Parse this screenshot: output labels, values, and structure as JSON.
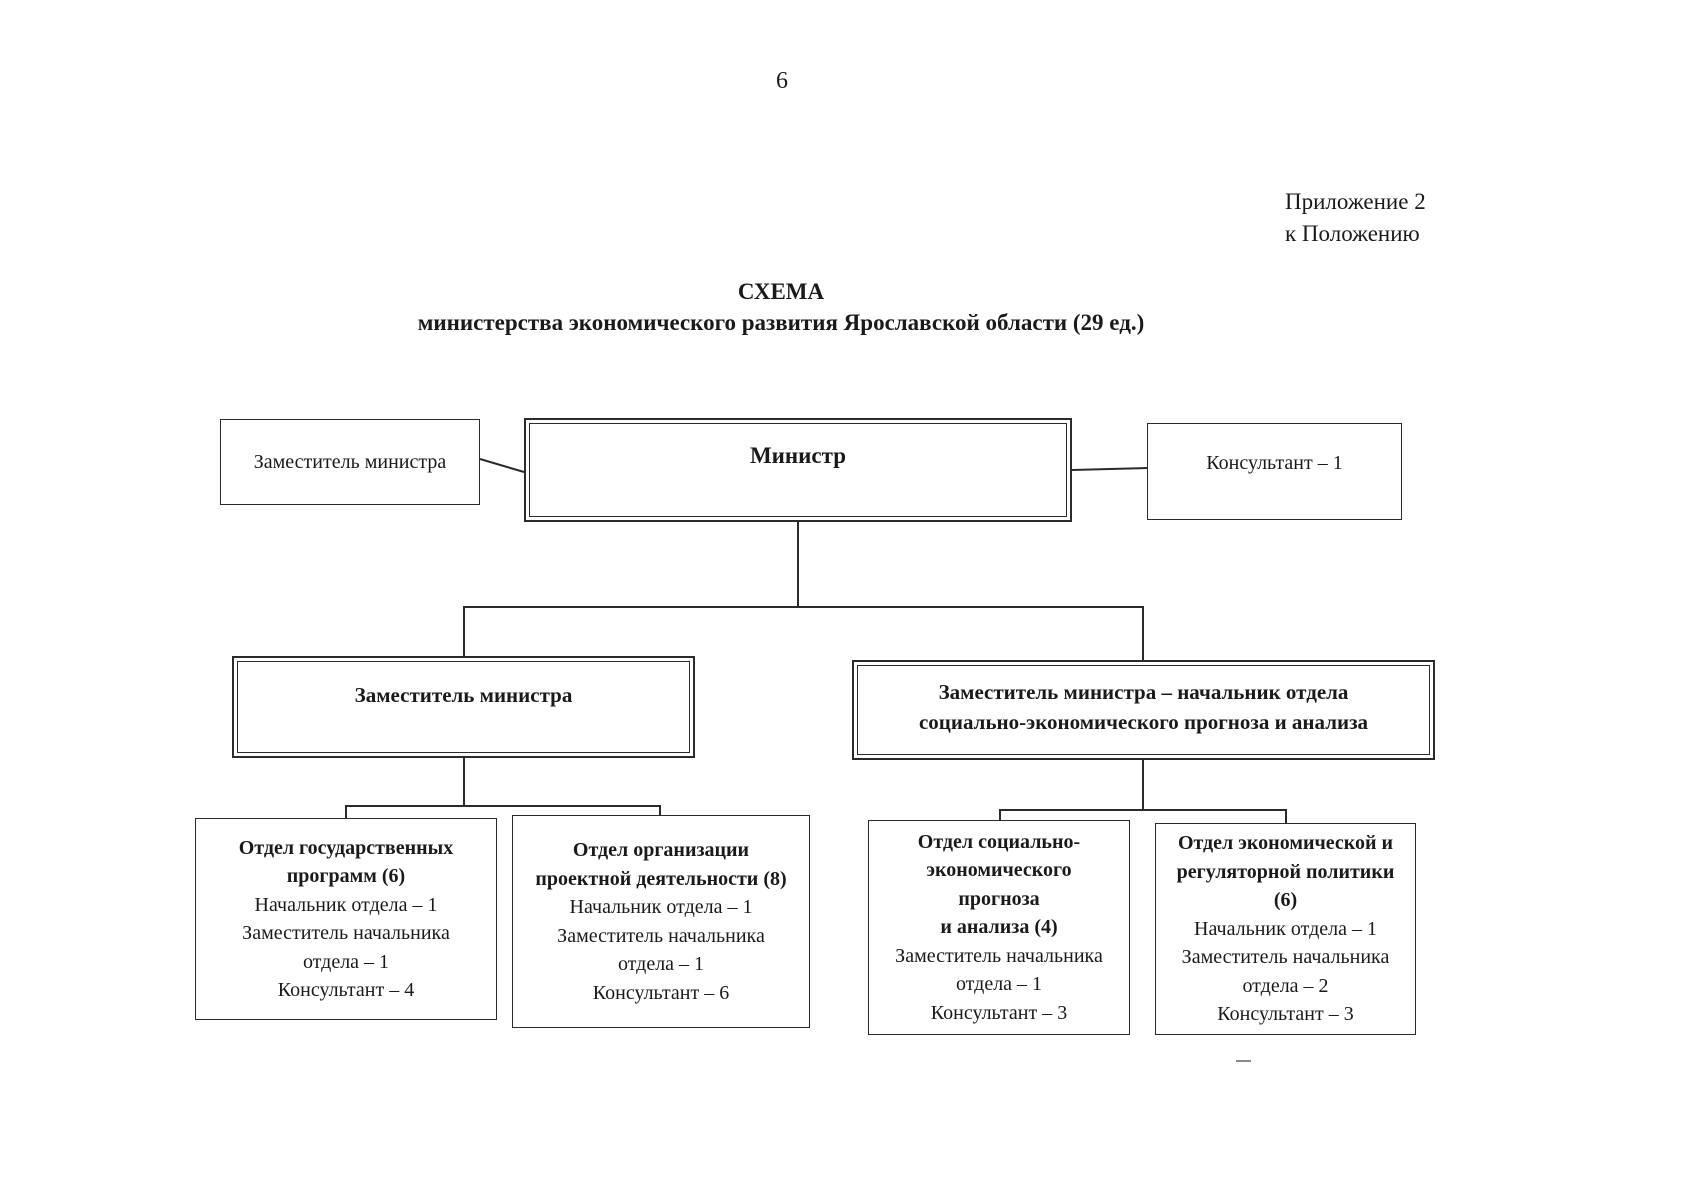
{
  "page": {
    "number": "6",
    "annotation_lines": [
      "Приложение 2",
      "к Положению"
    ],
    "title_lines": [
      "СХЕМА",
      "министерства экономического развития Ярославской области (29 ед.)"
    ]
  },
  "org": {
    "deputy_minister_top": {
      "label": "Заместитель министра"
    },
    "minister": {
      "label": "Министр"
    },
    "consultant": {
      "label": "Консультант – 1"
    },
    "deputy_minister": {
      "label": "Заместитель министра"
    },
    "deputy_minister_head": {
      "label_lines": [
        "Заместитель министра – начальник отдела",
        "социально-экономического прогноза и анализа"
      ]
    },
    "departments": [
      {
        "id": "state-programs",
        "title_lines": [
          "Отдел государственных",
          "программ (6)"
        ],
        "staff_lines": [
          "Начальник отдела – 1",
          "Заместитель начальника",
          "отдела – 1",
          "Консультант – 4"
        ]
      },
      {
        "id": "project-activity",
        "title_lines": [
          "Отдел организации",
          "проектной деятельности (8)"
        ],
        "staff_lines": [
          "Начальник отдела – 1",
          "Заместитель начальника",
          "отдела – 1",
          "Консультант – 6"
        ]
      },
      {
        "id": "forecast-analysis",
        "title_lines": [
          "Отдел социально-",
          "экономического",
          "прогноза",
          "и анализа (4)"
        ],
        "staff_lines": [
          "Заместитель начальника",
          "отдела – 1",
          "Консультант – 3"
        ]
      },
      {
        "id": "econ-regulatory",
        "title_lines": [
          "Отдел экономической и",
          "регуляторной политики",
          "(6)"
        ],
        "staff_lines": [
          "Начальник отдела – 1",
          "Заместитель начальника",
          "отдела – 2",
          "Консультант – 3"
        ]
      }
    ]
  },
  "colors": {
    "ink": "#2b2b2b",
    "paper": "#ffffff"
  }
}
